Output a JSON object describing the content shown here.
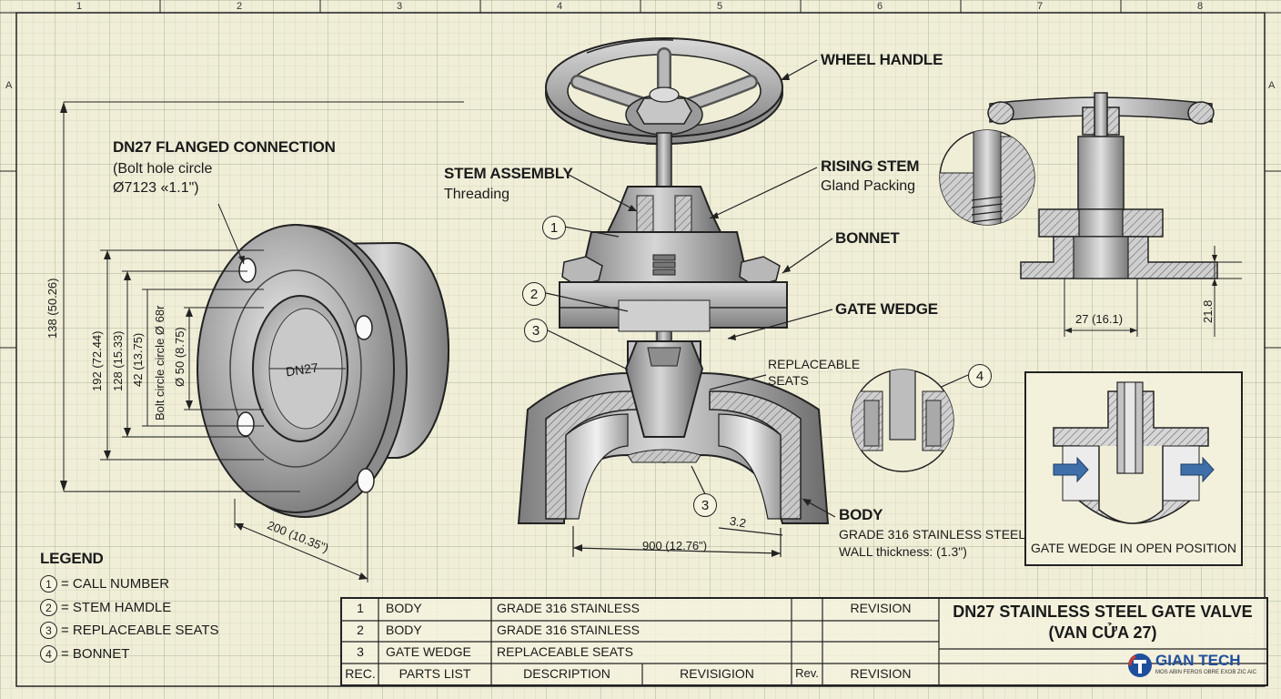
{
  "zones_top": [
    "1",
    "2",
    "3",
    "4",
    "5",
    "6",
    "7",
    "8"
  ],
  "zones_side": [
    "A",
    "A"
  ],
  "flange": {
    "title": "DN27 FLANGED CONNECTION",
    "note_line1": "(Bolt hole circle",
    "note_line2": "Ø7123 «1.1\")",
    "bore_label": "DN27",
    "dim_overall": "138 (50.26)",
    "dim_192": "192 (72.44)",
    "dim_128": "128 (15.33)",
    "dim_42": "42 (13.75)",
    "dim_bolt_circle": "Bolt circle circle Ø 68r",
    "dim_50": "Ø 50 (8.75)",
    "dim_200": "200 (10.35\")"
  },
  "valve": {
    "wheel_handle": "WHEEL HANDLE",
    "stem_assembly": "STEM ASSEMBLY",
    "threading": "Threading",
    "rising_stem": "RISING STEM",
    "gland_packing": "Gland Packing",
    "bonnet": "BONNET",
    "gate_wedge": "GATE WEDGE",
    "replaceable_1": "REPLACEABLE",
    "replaceable_2": "SEATS",
    "body": "BODY",
    "body_grade": "GRADE 316 STAINLESS STEEL",
    "body_wall": "WALL thickness: (1.3\")",
    "dim_900": "900 (12.76\")",
    "dim_32": "3.2",
    "callouts": [
      "1",
      "2",
      "3",
      "3",
      "4"
    ]
  },
  "detail": {
    "dim_27": "27 (16.1)",
    "dim_218": "21.8",
    "open_position": "GATE WEDGE IN OPEN POSITION"
  },
  "legend": {
    "title": "LEGEND",
    "items": [
      {
        "num": "1",
        "text": "= CALL NUMBER"
      },
      {
        "num": "2",
        "text": "= STEM HAMDLE"
      },
      {
        "num": "3",
        "text": "= REPLACEABLE SEATS"
      },
      {
        "num": "4",
        "text": "= BONNET"
      }
    ]
  },
  "title_block": {
    "rows": [
      {
        "no": "1",
        "part": "BODY",
        "desc": "GRADE 316 STAINLESS"
      },
      {
        "no": "2",
        "part": "BODY",
        "desc": "GRADE 316 STAINLESS"
      },
      {
        "no": "3",
        "part": "GATE WEDGE",
        "desc": "REPLACEABLE SEATS"
      }
    ],
    "revision_top": "REVISION",
    "footer": [
      "REC.",
      "PARTS LIST",
      "DESCRIPTION",
      "REVISIGION",
      "Rev.",
      "REVISION"
    ],
    "drawing_title_1": "DN27 STAINLESS STEEL GATE VALVE",
    "drawing_title_2": "(VAN CỬA 27)",
    "company": "GIAN TECH",
    "company_tagline": "MOS ABIN FEROS OBRE EXOB ZIC AIC"
  },
  "colors": {
    "paper": "#f1eed8",
    "metal": "#a9a9a9",
    "line": "#1a1a1a",
    "arrow_blue": "#3f6fa8",
    "logo_blue": "#1f4e9c",
    "logo_red": "#d23a2a"
  }
}
